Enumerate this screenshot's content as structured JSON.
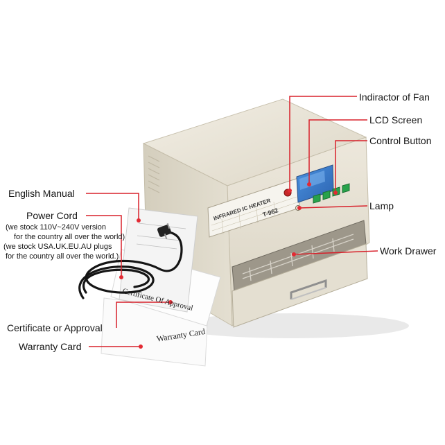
{
  "callouts": {
    "fan_indicator": "Indiractor of Fan",
    "lcd_screen": "LCD Screen",
    "control_button": "Control Button",
    "lamp": "Lamp",
    "work_drawer": "Work Drawer",
    "english_manual": "English Manual",
    "power_cord": "Power Cord",
    "voltage_note_1": "(we stock 110V~240V version",
    "voltage_note_2": "for the country all over the world)",
    "plug_note_1": "(we stock USA.UK.EU.AU plugs",
    "plug_note_2": "for the country all over the world.)",
    "certificate": "Certificate or Approval",
    "warranty": "Warranty Card"
  },
  "product": {
    "panel_label": "INFRARED IC HEATER",
    "model": "T-962"
  },
  "documents": {
    "certificate_text": "Certificate Of Approval",
    "warranty_text": "Warranty Card"
  },
  "colors": {
    "callout_line": "#d8202a",
    "callout_dot": "#e32a33",
    "body_cream": "#e9e4d6",
    "lcd_blue": "#3b7fd0",
    "button_green": "#27a24a"
  }
}
